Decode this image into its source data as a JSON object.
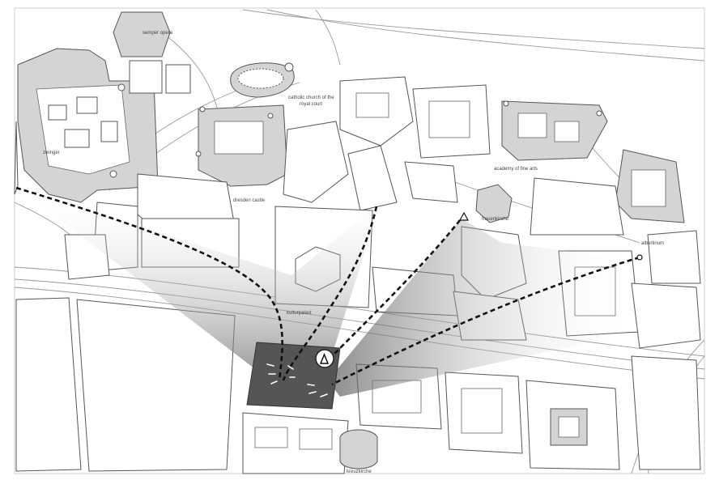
{
  "map": {
    "labels": {
      "semper_opera": "semper opera",
      "catholic_church_1": "catholic church of the",
      "catholic_church_2": "royal court",
      "zwinger": "zwinger",
      "academy": "academy of fine arts",
      "dresden_castle": "dresden castle",
      "frauenkirche": "frauenkirche",
      "albertinum": "albertinum",
      "kulturpalast": "kulturpalast",
      "kreuzkirche": "kreuzkirche"
    },
    "colors": {
      "site": "#555555",
      "building_gray": "#d4d4d4",
      "sightline": "#111111"
    }
  }
}
